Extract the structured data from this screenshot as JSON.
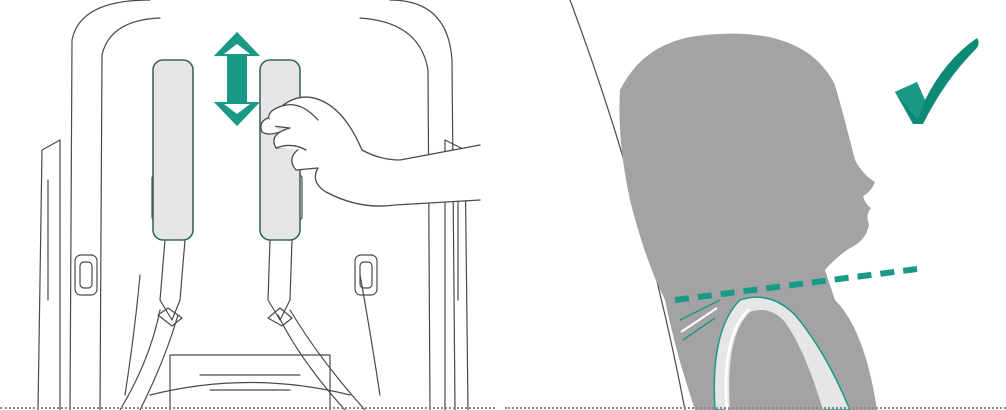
{
  "panels": [
    {
      "id": "strap-adjustment",
      "step_indicator": "height-adjust"
    },
    {
      "id": "shoulder-height-check",
      "status": "correct"
    }
  ],
  "colors": {
    "line_art": "#4a4a4a",
    "accent": "#1a9a86",
    "accent_dark": "#0d8a76",
    "silhouette": "#a3a3a5",
    "strap_fill": "#e6e6e6",
    "separator": "#8a8a8a"
  },
  "icons": {
    "adjust_arrow": "double-vertical-arrow-icon",
    "check": "checkmark-icon"
  }
}
